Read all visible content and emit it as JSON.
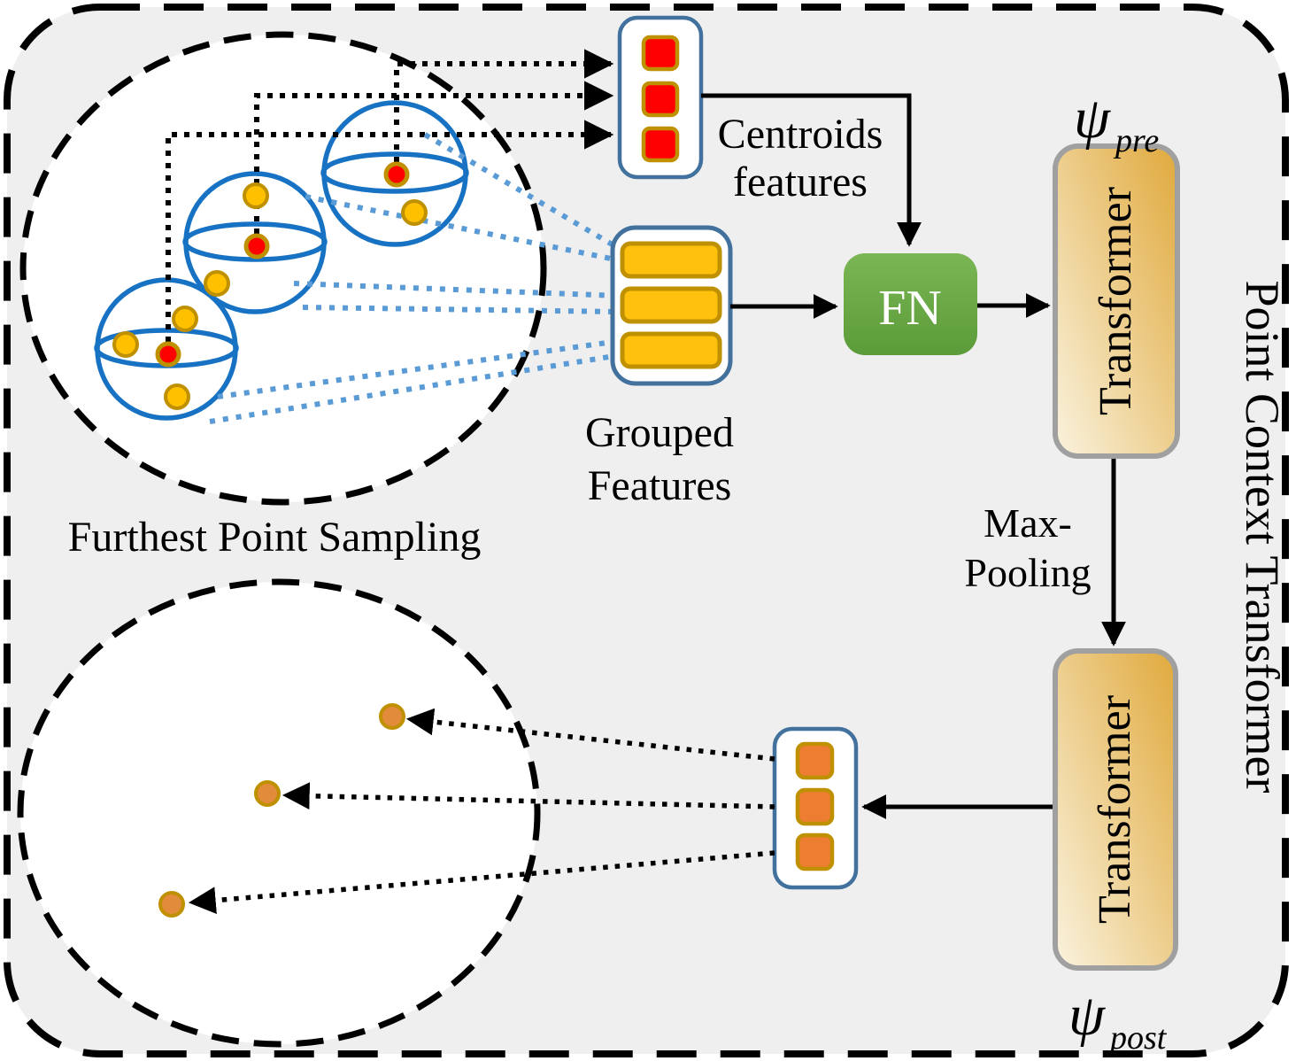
{
  "figure": {
    "side_title": "Point Context Transformer",
    "fps": {
      "label": "Furthest Point Sampling"
    },
    "centroids_box": {
      "label_line1": "Centroids",
      "label_line2": "features",
      "square_count": 3
    },
    "grouped_box": {
      "label_line1": "Grouped",
      "label_line2": "Features",
      "bar_count": 3
    },
    "fn": {
      "label": "FN"
    },
    "maxpool": {
      "line1": "Max-",
      "line2": "Pooling"
    },
    "transformer_pre": {
      "label": "Transformer",
      "psi": "ψ",
      "subscript": "pre"
    },
    "transformer_post": {
      "label": "Transformer",
      "psi": "ψ",
      "subscript": "post"
    },
    "sampled_box": {
      "square_count": 3,
      "point_count": 3
    },
    "spheres": {
      "count": 3,
      "centroid_color": "#FF0000",
      "point_color": "#FFC000"
    },
    "colors": {
      "panel_bg": "#EFEFF0",
      "panel_border": "#000000",
      "sphere_blue": "#1772C3",
      "trace_blue": "#5B9BD5",
      "box_border_blue": "#41719C",
      "gold_fill": "#FFC10D",
      "gold_border": "#BF9000",
      "red_fill": "#FF0000",
      "orange_fill": "#ED7D31",
      "sampled_dot_fill": "#E28B3B",
      "fn_green_top": "#7AB655",
      "fn_green_bottom": "#5C9B39",
      "transformer_dark": "#E0A93C",
      "transformer_light": "#FAF3DF",
      "transformer_border": "#A0A0A0"
    }
  }
}
